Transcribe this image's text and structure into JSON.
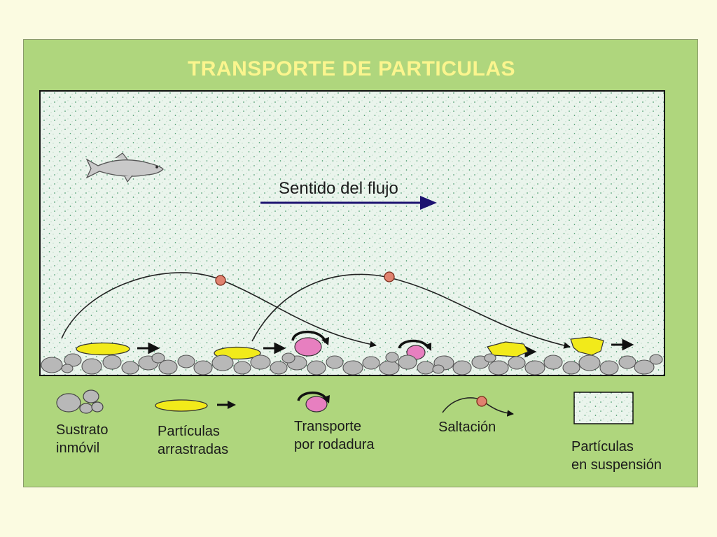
{
  "title": "TRANSPORTE DE PARTICULAS",
  "flow_label": "Sentido del flujo",
  "legend": {
    "substrate": [
      "Sustrato",
      "inmóvil"
    ],
    "dragged": [
      "Partículas",
      "arrastradas"
    ],
    "rolling": [
      "Transporte",
      "por rodadura"
    ],
    "saltation": [
      "Saltación"
    ],
    "suspension": [
      "Partículas",
      "en suspensión"
    ]
  },
  "colors": {
    "panel": "#afd67d",
    "title": "#fbf58e",
    "water": "#eaf4ec",
    "dots": "#2e8b57",
    "stone": "#b8b8b8",
    "dragged_particle": "#f2ea1a",
    "rolling_particle": "#e77fc0",
    "irregular_particle": "#f2ea1a",
    "saltation_particle": "#e0826f",
    "flow_arrow": "#1c1270"
  },
  "icons": [
    "fish-icon",
    "flow-arrow-icon",
    "curved-arrow-icon",
    "saltation-path-icon"
  ]
}
